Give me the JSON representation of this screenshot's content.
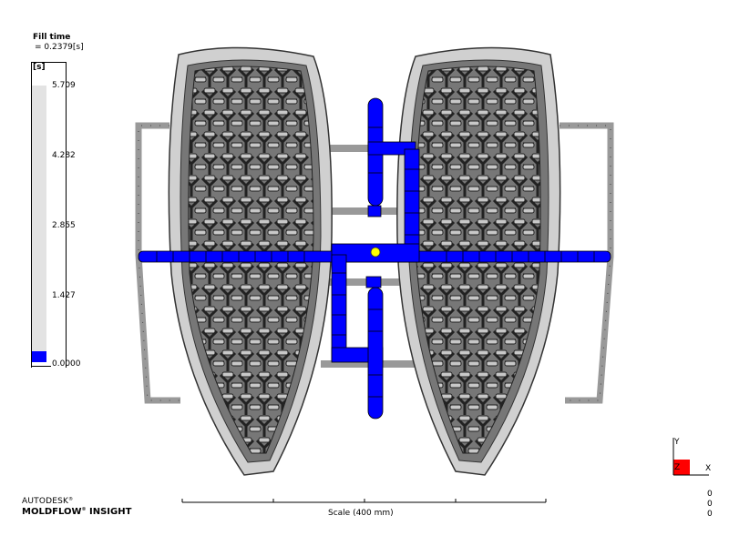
{
  "result": {
    "title": "Fill time",
    "value": "= 0.2379[s]"
  },
  "legend": {
    "unit": "[s]",
    "ticks": [
      "5.709",
      "4.282",
      "2.855",
      "1.427",
      "0.0000"
    ],
    "fill_color": "#0000ff",
    "empty_color": "#e3e3e3"
  },
  "branding": {
    "line1": "AUTODESK",
    "line2_a": "MOLDFLOW",
    "line2_b": " INSIGHT",
    "mark": "®"
  },
  "scale": {
    "label": "Scale (400 mm)"
  },
  "triad": {
    "x_label": "X",
    "y_label": "Y",
    "z_label": "Z",
    "coords": [
      "0",
      "0",
      "0"
    ]
  },
  "model": {
    "runner_color": "#0000ff",
    "injection_point_color": "#ffff00",
    "part_color": "#c8c8c8"
  }
}
